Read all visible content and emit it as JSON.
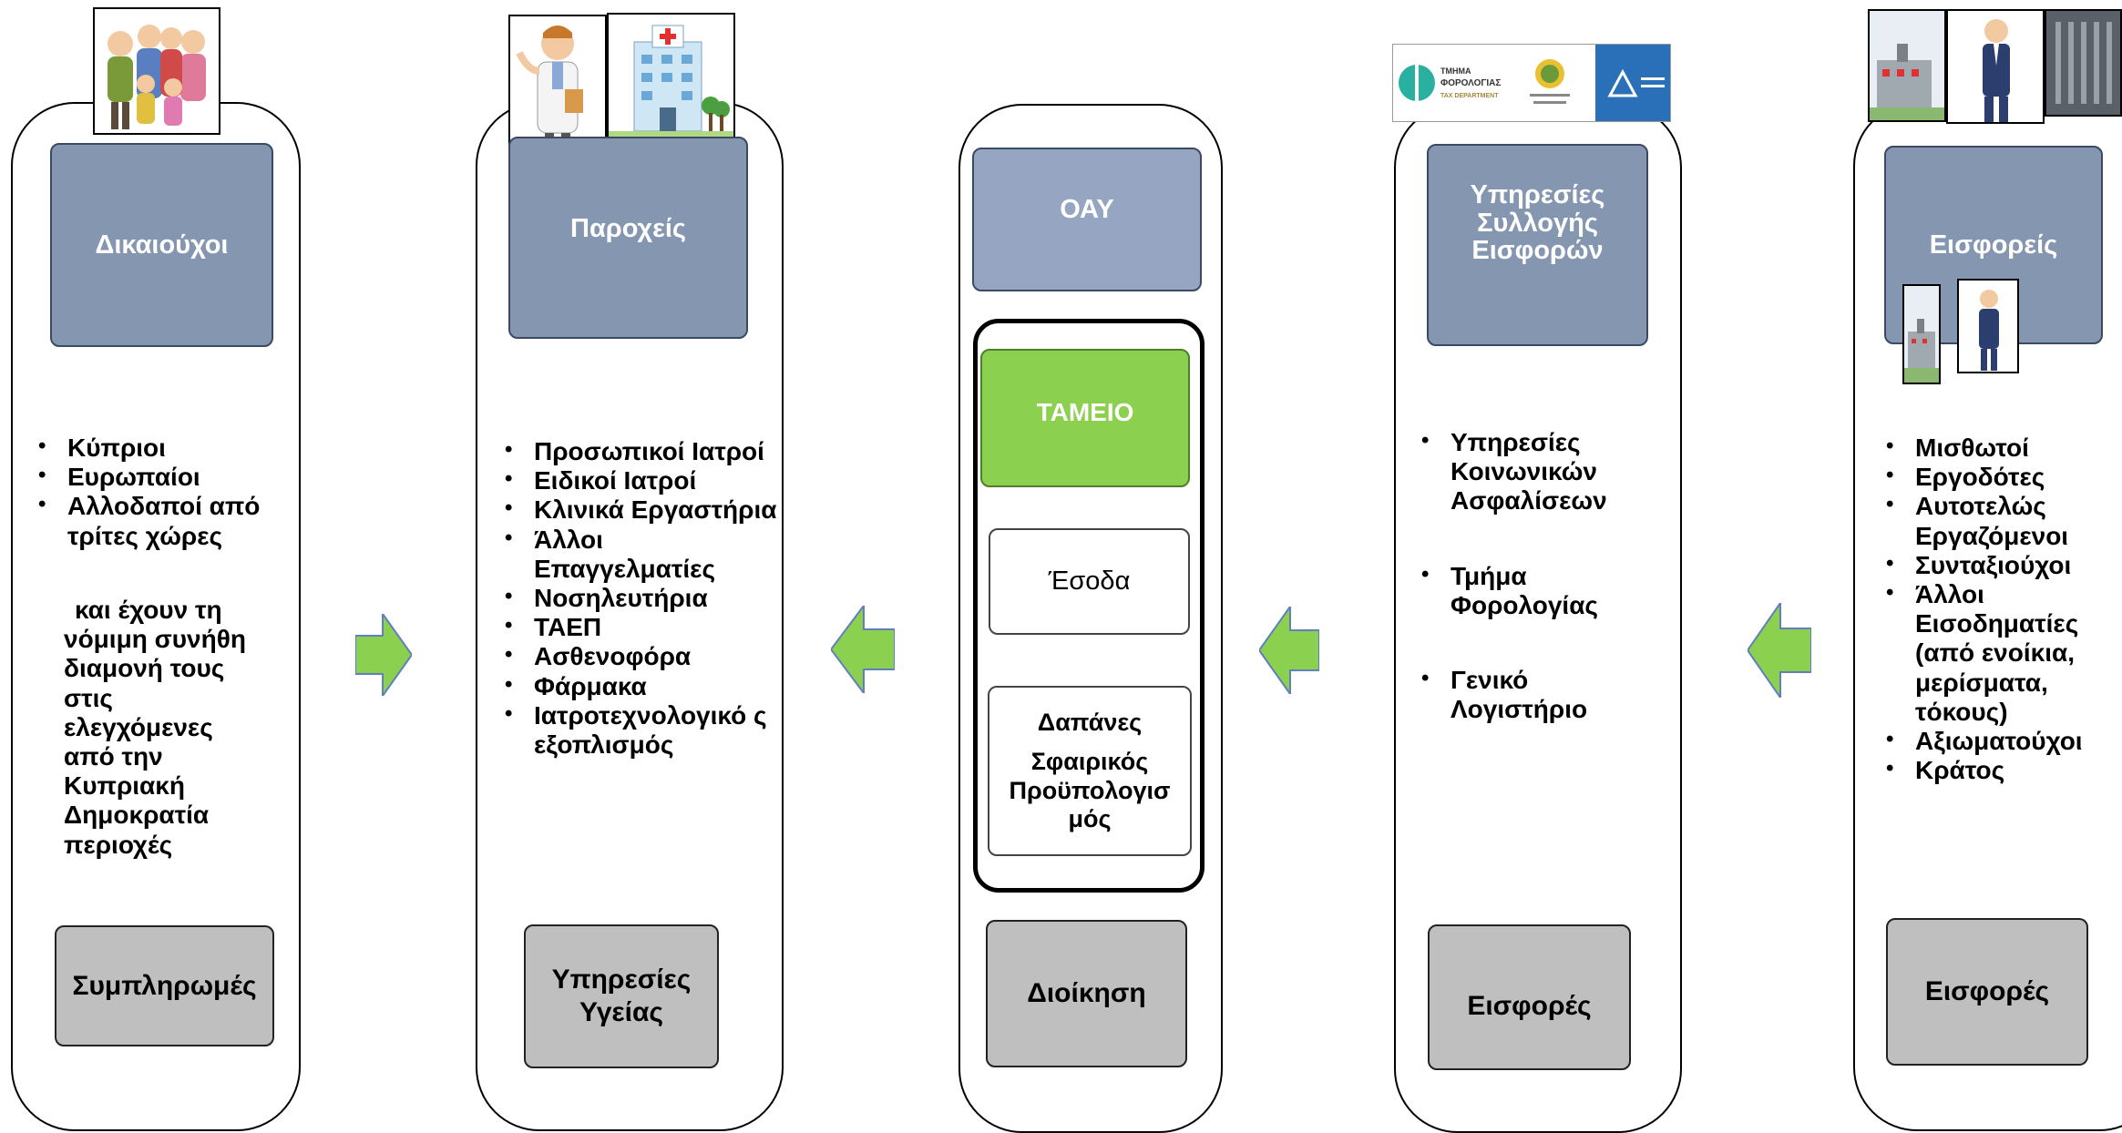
{
  "columns": {
    "beneficiaries": {
      "title": "Δικαιούχοι",
      "items": [
        "Κύπριοι",
        "Ευρωπαίοι",
        "Αλλοδαποί από τρίτες χώρες"
      ],
      "note": "και έχουν τη νόμιμη συνήθη διαμονή τους στις ελεγχόμενες από την Κυπριακή Δημοκρατία περιοχές",
      "footer": "Συμπληρωμές"
    },
    "providers": {
      "title": "Παροχείς",
      "items": [
        "Προσωπικοί Ιατροί",
        "Ειδικοί Ιατροί",
        "Κλινικά Εργαστήρια",
        "Άλλοι Επαγγελματίες",
        "Νοσηλευτήρια",
        "ΤΑΕΠ",
        "Ασθενοφόρα",
        "Φάρμακα",
        "Ιατροτεχνολογικό ς εξοπλισμός"
      ],
      "footer": "Υπηρεσίες Υγείας"
    },
    "oay": {
      "title": "ΟΑΥ",
      "fund_title": "ΤΑΜΕΙΟ",
      "income": "Έσοδα",
      "expenses": "Δαπάνες",
      "budget": "Σφαιρικός Προϋπολογισ μός",
      "footer": "Διοίκηση"
    },
    "collection": {
      "title": "Υπηρεσίες Συλλογής Εισφορών",
      "items": [
        "Υπηρεσίες Κοινωνικών Ασφαλίσεων",
        "Τμήμα Φορολογίας",
        "Γενικό Λογιστήριο"
      ],
      "footer": "Εισφορές",
      "logos": {
        "tax_line1": "ΤΜΗΜΑ",
        "tax_line2": "ΦΟΡΟΛΟΓΙΑΣ",
        "tax_line3": "TAX DEPARTMENT"
      }
    },
    "contributors": {
      "title": "Εισφορείς",
      "items": [
        "Μισθωτοί",
        "Εργοδότες",
        "Αυτοτελώς Εργαζόμενοι",
        "Συνταξιούχοι",
        "Άλλοι Εισοδηματίες (από ενοίκια, μερίσματα, τόκους)",
        "Αξιωματούχοι",
        "Κράτος"
      ],
      "footer": "Εισφορές"
    }
  },
  "colors": {
    "header": "#8496b0",
    "footer": "#bfbfbf",
    "fund": "#8cd04f",
    "arrow": "#8cd04f"
  },
  "icons": [
    "family-icon",
    "doctor-icon",
    "hospital-icon",
    "factory-icon",
    "businessman-icon",
    "building-icon",
    "arrow-right-icon",
    "arrow-left-icon"
  ]
}
